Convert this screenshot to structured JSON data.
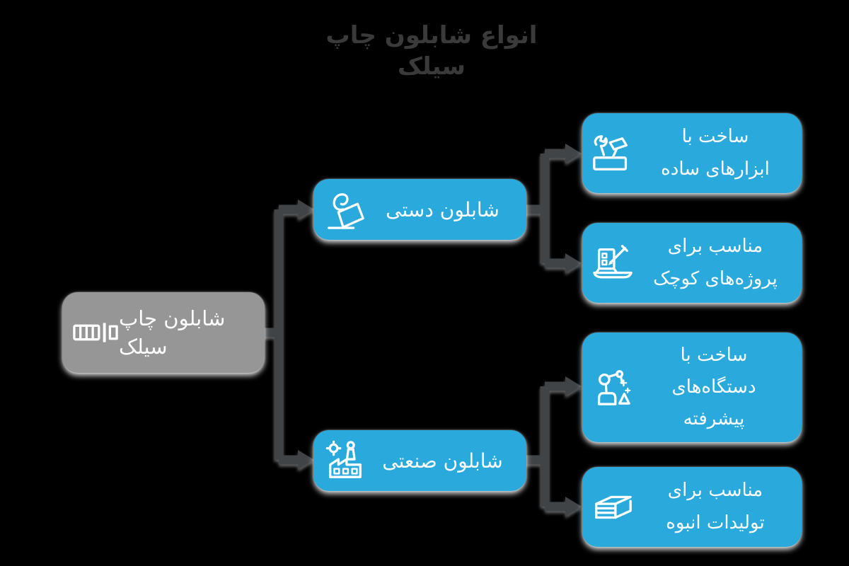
{
  "title": "انواع شابلون چاپ سیلک",
  "colors": {
    "branch_node_blue": "#29a9dc",
    "root_node_gray": "#969696",
    "connector_dark": "#414447",
    "title_text": "#3a3a3a",
    "node_text": "#ffffff",
    "background": "#000000"
  },
  "root": {
    "lines": [
      "شابلون چاپ",
      "سیلک"
    ],
    "icon": "squeegee-print-icon"
  },
  "branches": [
    {
      "label": "شابلون دستی",
      "icon": "hand-stencil-icon",
      "children": [
        {
          "lines": [
            "ساخت با",
            "ابزارهای ساده"
          ],
          "icon": "tools-icon"
        },
        {
          "lines": [
            "مناسب برای",
            "پروژه‌های کوچک"
          ],
          "icon": "laptop-pencil-icon"
        }
      ]
    },
    {
      "label": "شابلون صنعتی",
      "icon": "factory-icon",
      "children": [
        {
          "lines": [
            "ساخت با",
            "دستگاه‌های",
            "پیشرفته"
          ],
          "icon": "robot-arm-icon"
        },
        {
          "lines": [
            "مناسب برای",
            "تولیدات انبوه"
          ],
          "icon": "paper-stack-icon"
        }
      ]
    }
  ]
}
